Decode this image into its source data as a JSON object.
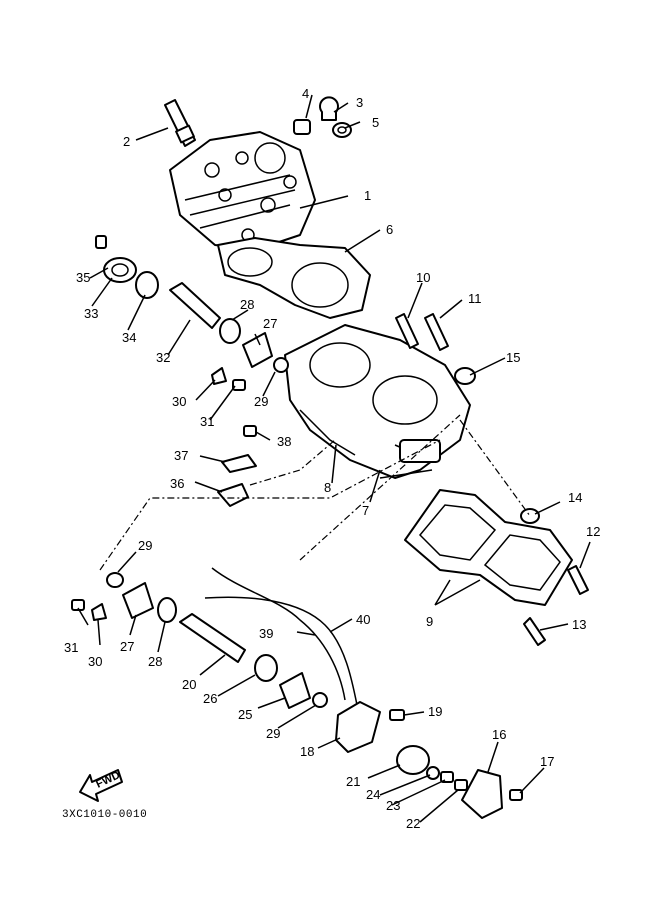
{
  "diagram_code": "3XC1010-0010",
  "fwd_label": "FWD",
  "callouts": {
    "c1": "1",
    "c2": "2",
    "c3": "3",
    "c4": "4",
    "c5": "5",
    "c6": "6",
    "c7": "7",
    "c8": "8",
    "c9": "9",
    "c10": "10",
    "c11": "11",
    "c12": "12",
    "c13": "13",
    "c14": "14",
    "c15": "15",
    "c16": "16",
    "c17": "17",
    "c18": "18",
    "c19": "19",
    "c20": "20",
    "c21": "21",
    "c22": "22",
    "c23": "23",
    "c24": "24",
    "c25": "25",
    "c26": "26",
    "c27a": "27",
    "c27b": "27",
    "c28a": "28",
    "c28b": "28",
    "c29a": "29",
    "c29b": "29",
    "c29c": "29",
    "c30a": "30",
    "c30b": "30",
    "c31a": "31",
    "c31b": "31",
    "c32": "32",
    "c33": "33",
    "c34": "34",
    "c35": "35",
    "c36": "36",
    "c37": "37",
    "c38": "38",
    "c39": "39",
    "c40": "40"
  }
}
